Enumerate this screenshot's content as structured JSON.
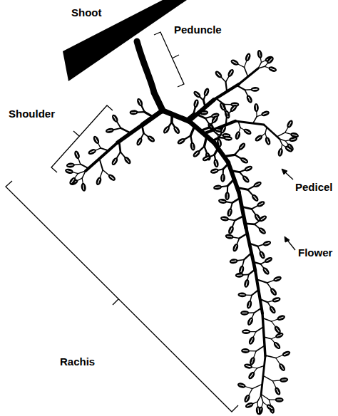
{
  "diagram": {
    "labels": [
      "Shoot",
      "Peduncle",
      "Shoulder",
      "Pedicel",
      "Flower",
      "Rachis"
    ]
  }
}
